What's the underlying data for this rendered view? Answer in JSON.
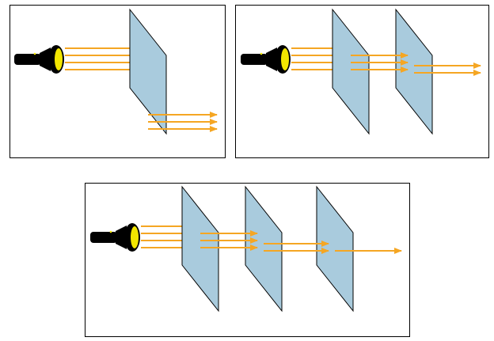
{
  "colors": {
    "beam": "#F5A623",
    "polarizer_fill": "#A9CBDD",
    "polarizer_stroke": "#000000",
    "flashlight_body": "#000000",
    "flashlight_lens": "#F2E600",
    "panel_border": "#000000",
    "background": "#FFFFFF"
  },
  "panels": [
    {
      "name": "one-polarizer",
      "polarizer_count": 1,
      "beams_entering": 4,
      "beams_after_each_polarizer": [
        3
      ]
    },
    {
      "name": "two-polarizers",
      "polarizer_count": 2,
      "beams_entering": 4,
      "beams_after_each_polarizer": [
        3,
        2
      ]
    },
    {
      "name": "three-polarizers",
      "polarizer_count": 3,
      "beams_entering": 4,
      "beams_after_each_polarizer": [
        3,
        2,
        1
      ]
    }
  ]
}
